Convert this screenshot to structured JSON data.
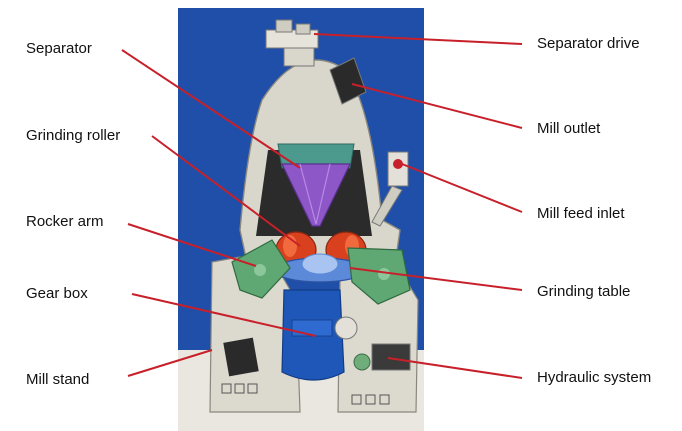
{
  "labels": {
    "separator": "Separator",
    "grinding_roller": "Grinding roller",
    "rocker_arm": "Rocker arm",
    "gear_box": "Gear box",
    "mill_stand": "Mill stand",
    "separator_drive": "Separator drive",
    "mill_outlet": "Mill outlet",
    "mill_feed_inlet": "Mill feed inlet",
    "grinding_table": "Grinding table",
    "hydraulic_system": "Hydraulic system"
  },
  "colors": {
    "background_panel": "#1f4fa8",
    "floor": "#e9e7df",
    "housing": "#d9d6cc",
    "leader_line": "#c8202a",
    "separator_rotor": "#8e57c8",
    "grinding_roller": "#d8401e",
    "rocker_arm": "#5fa873",
    "grinding_table": "#5c89d8",
    "gear_box": "#1f57b8"
  }
}
